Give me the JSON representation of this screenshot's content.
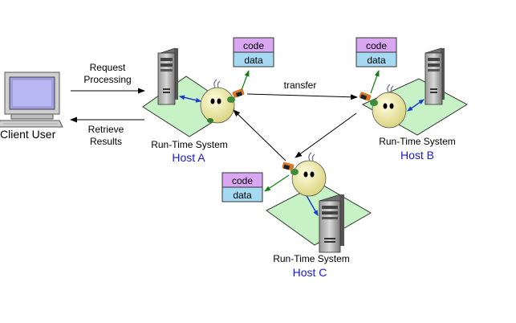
{
  "labels": {
    "client_user": "Client User",
    "request_line1": "Request",
    "request_line2": "Processing",
    "retrieve_line1": "Retrieve",
    "retrieve_line2": "Results",
    "transfer": "transfer"
  },
  "hosts": [
    {
      "runtime_label": "Run-Time System",
      "host_label": "Host A",
      "code_label": "code",
      "data_label": "data"
    },
    {
      "runtime_label": "Run-Time System",
      "host_label": "Host B",
      "code_label": "code",
      "data_label": "data"
    },
    {
      "runtime_label": "Run-Time System",
      "host_label": "Host C",
      "code_label": "code",
      "data_label": "data"
    }
  ],
  "colors": {
    "platform_fill": "#c6f2c6",
    "code_fill": "#d9a6f2",
    "data_fill": "#a6d9f2",
    "agent_fill": "#f0eda6",
    "host_label": "#1a1acc",
    "green_arrow": "#108010",
    "blue_arrow": "#1a3ccc"
  }
}
